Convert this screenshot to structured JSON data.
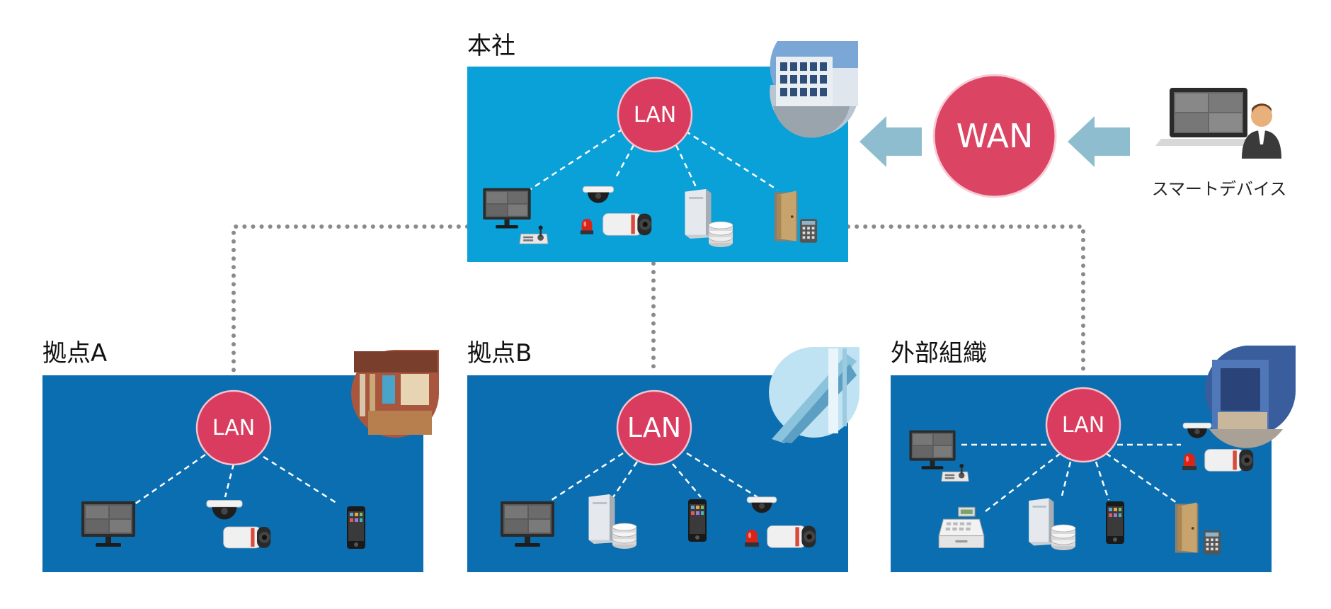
{
  "sites": {
    "hq": {
      "title": "本社",
      "lan": "LAN"
    },
    "site_a": {
      "title": "拠点A",
      "lan": "LAN"
    },
    "site_b": {
      "title": "拠点B",
      "lan": "LAN"
    },
    "external": {
      "title": "外部組織",
      "lan": "LAN"
    }
  },
  "wan": {
    "label": "WAN"
  },
  "smart_device": {
    "label": "スマートデバイス"
  },
  "icons": {
    "hq": [
      "monitor-icon",
      "controller-icon",
      "dome-camera-icon",
      "box-camera-icon",
      "alarm-light-icon",
      "server-icon",
      "database-icon",
      "door-icon",
      "keypad-icon"
    ],
    "site_a": [
      "monitor-icon",
      "dome-camera-icon",
      "box-camera-icon",
      "smartphone-icon"
    ],
    "site_b": [
      "monitor-icon",
      "server-icon",
      "database-icon",
      "smartphone-icon",
      "dome-camera-icon",
      "box-camera-icon",
      "alarm-light-icon"
    ],
    "external": [
      "monitor-icon",
      "controller-icon",
      "cash-register-icon",
      "server-icon",
      "database-icon",
      "smartphone-icon",
      "dome-camera-icon",
      "box-camera-icon",
      "alarm-light-icon",
      "door-icon",
      "keypad-icon"
    ]
  },
  "colors": {
    "hq_panel": "#0aa0d8",
    "site_panel": "#0a6eb0",
    "lan_circle": "#d93c5e",
    "wan_circle": "#dc4463",
    "arrow": "#8ebdd0",
    "dotted_link": "#8a8a8a"
  }
}
